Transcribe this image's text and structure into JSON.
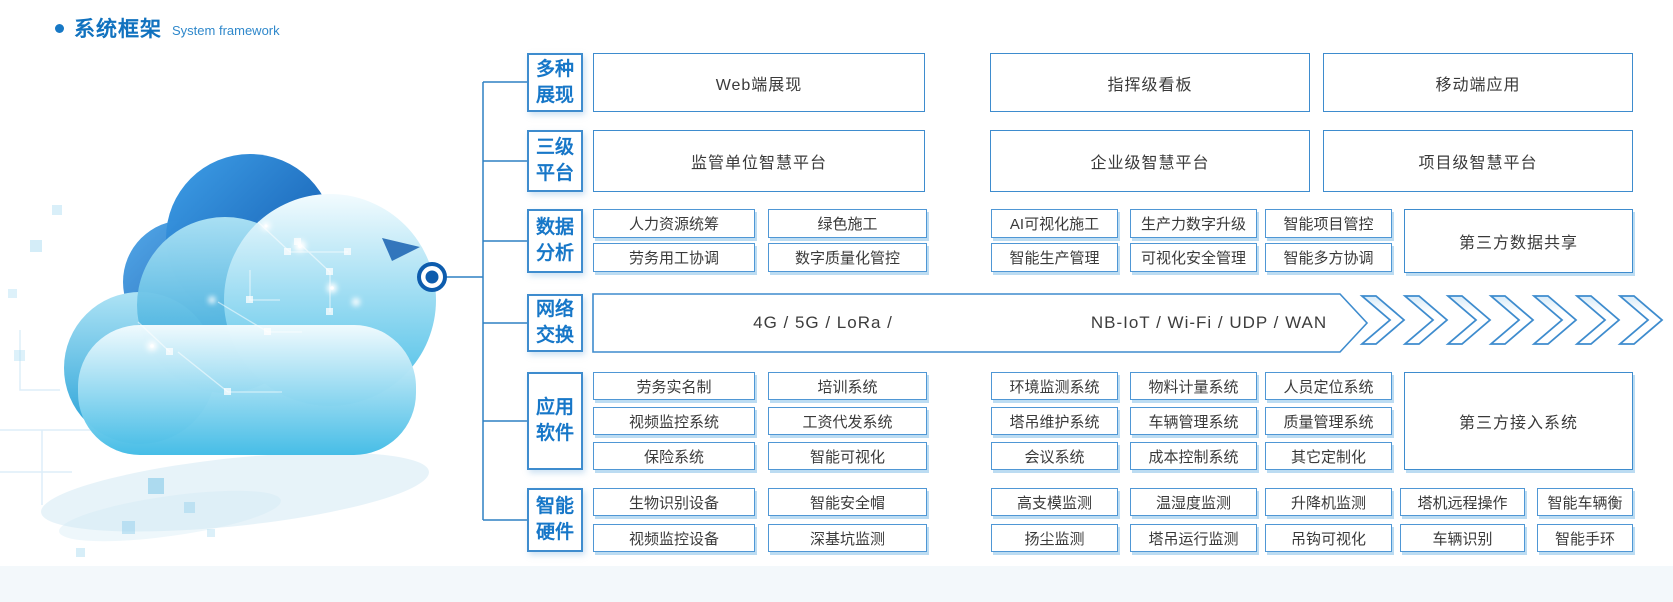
{
  "title": {
    "zh": "系统框架",
    "en": "System framework"
  },
  "colors": {
    "accent": "#1777c8",
    "box_border": "#3e8cce",
    "box_shadow": "#bcdcf2",
    "line": "#2f80c3",
    "cloud_dark": "#0b4fa6",
    "cloud_light": "#43bce6"
  },
  "sections": {
    "presentation": {
      "label": "多种展现",
      "boxes": [
        "Web端展现",
        "指挥级看板",
        "移动端应用"
      ]
    },
    "platforms": {
      "label": "三级平台",
      "boxes": [
        "监管单位智慧平台",
        "企业级智慧平台",
        "项目级智慧平台"
      ]
    },
    "data_analysis": {
      "label": "数据分析",
      "row1": [
        "人力资源统筹",
        "绿色施工",
        "AI可视化施工",
        "生产力数字升级",
        "智能项目管控"
      ],
      "row2": [
        "劳务用工协调",
        "数字质量化管控",
        "智能生产管理",
        "可视化安全管理",
        "智能多方协调"
      ],
      "side": "第三方数据共享"
    },
    "network": {
      "label": "网络交换",
      "left": "4G / 5G / LoRa /",
      "right": "NB-IoT / Wi-Fi / UDP / WAN"
    },
    "software": {
      "label": "应用软件",
      "row1": [
        "劳务实名制",
        "培训系统",
        "环境监测系统",
        "物料计量系统",
        "人员定位系统"
      ],
      "row2": [
        "视频监控系统",
        "工资代发系统",
        "塔吊维护系统",
        "车辆管理系统",
        "质量管理系统"
      ],
      "row3": [
        "保险系统",
        "智能可视化",
        "会议系统",
        "成本控制系统",
        "其它定制化"
      ],
      "side": "第三方接入系统"
    },
    "hardware": {
      "label": "智能硬件",
      "row1": [
        "生物识别设备",
        "智能安全帽",
        "高支模监测",
        "温湿度监测",
        "升降机监测",
        "塔机远程操作",
        "智能车辆衡"
      ],
      "row2": [
        "视频监控设备",
        "深基坑监测",
        "扬尘监测",
        "塔吊运行监测",
        "吊钩可视化",
        "车辆识别",
        "智能手环"
      ]
    }
  }
}
